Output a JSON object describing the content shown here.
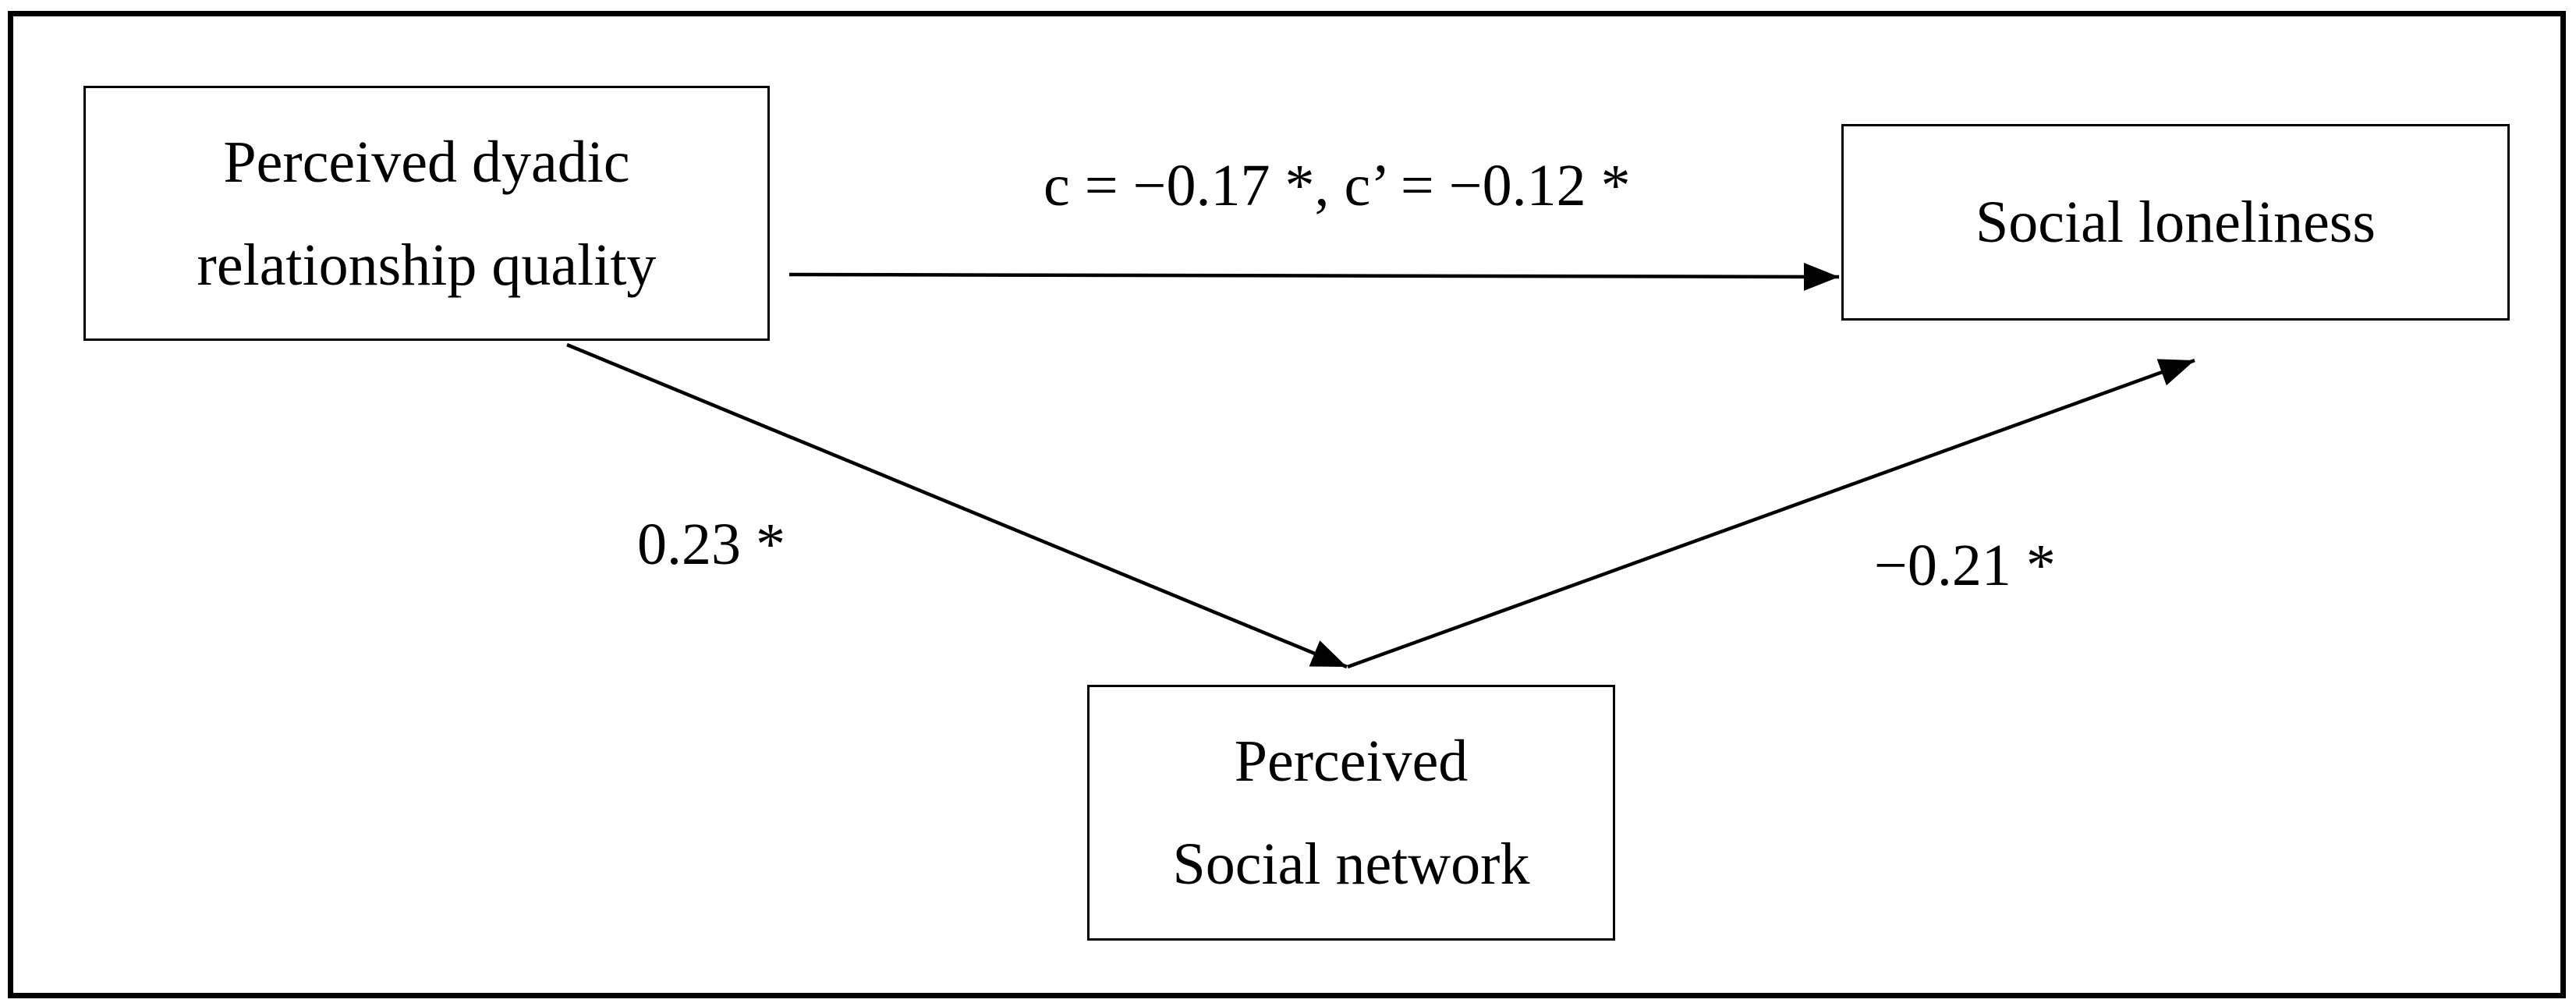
{
  "nodes": {
    "dyadic": {
      "line1": "Perceived dyadic",
      "line2": "relationship quality"
    },
    "loneliness": {
      "line1": "Social loneliness"
    },
    "network": {
      "line1": "Perceived",
      "line2": "Social network"
    }
  },
  "edges": {
    "direct": {
      "from": "dyadic",
      "to": "loneliness",
      "label": "c = −0.17 *, c’ = −0.12 *"
    },
    "a": {
      "from": "dyadic",
      "to": "network",
      "label": "0.23 *"
    },
    "b": {
      "from": "network",
      "to": "loneliness",
      "label": "−0.21 *"
    }
  }
}
